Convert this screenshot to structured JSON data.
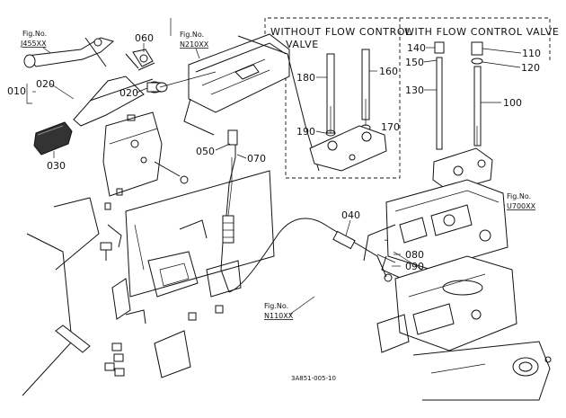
{
  "headers": {
    "without": "WITHOUT FLOW CONTROL",
    "without_cont": "VALVE",
    "with": "WITH FLOW CONTROL VALVE"
  },
  "fig_refs": [
    {
      "prefix": "Fig.No.",
      "code": "J455XX"
    },
    {
      "prefix": "Fig.No.",
      "code": "N210XX"
    },
    {
      "prefix": "Fig.No.",
      "code": "U700XX"
    },
    {
      "prefix": "Fig.No.",
      "code": "N110XX"
    }
  ],
  "callouts": [
    "020",
    "010",
    "060",
    "020",
    "030",
    "050",
    "070",
    "180",
    "190",
    "160",
    "170",
    "140",
    "150",
    "130",
    "110",
    "120",
    "100",
    "040",
    "080",
    "090"
  ],
  "drawing_code": "3A851-005-10"
}
